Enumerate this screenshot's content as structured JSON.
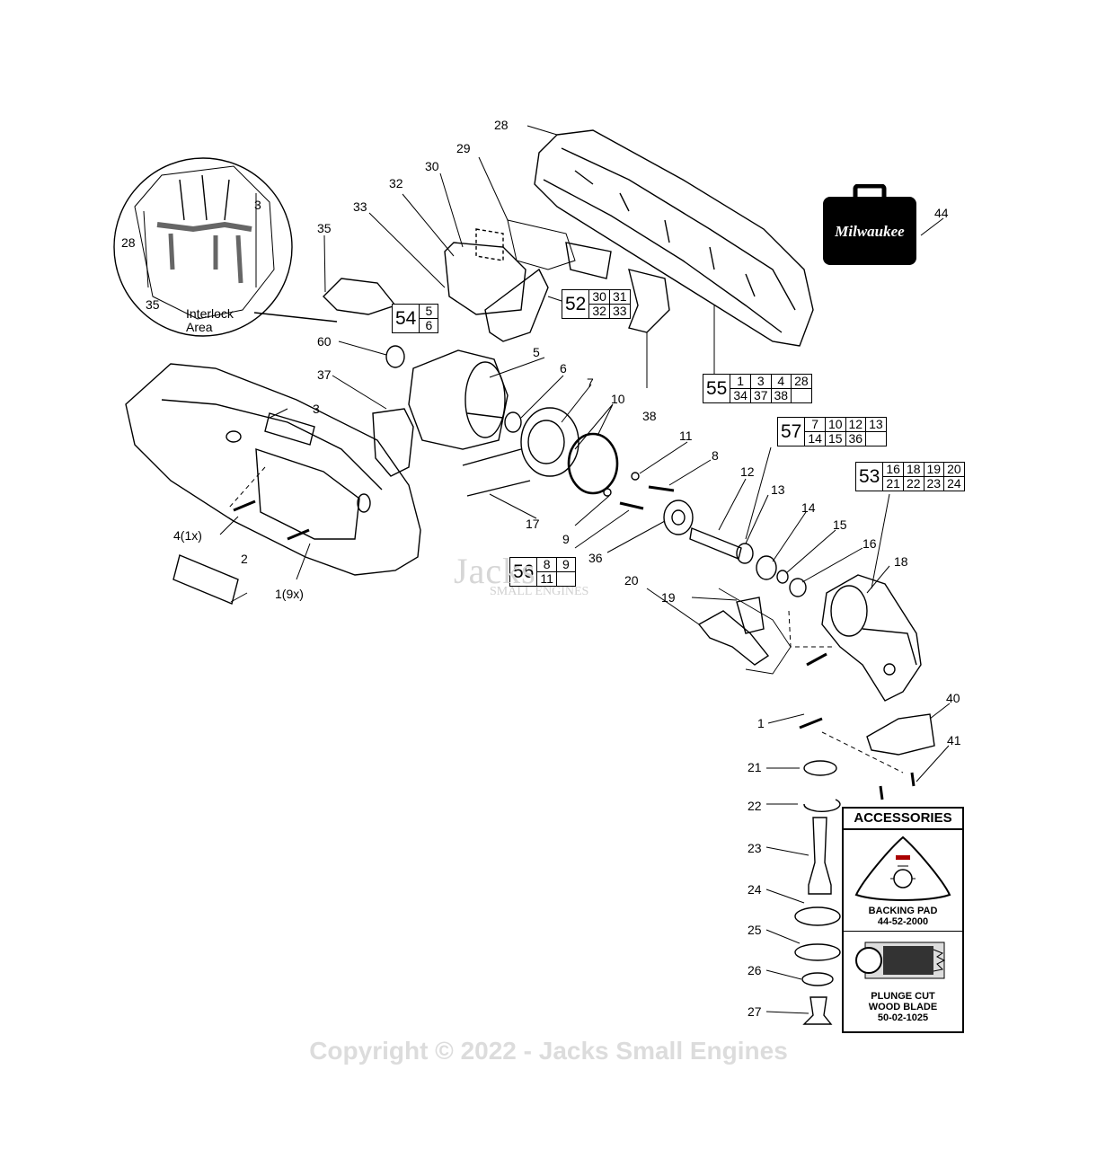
{
  "diagram": {
    "callouts": {
      "c1a": "1",
      "c1b": "1(9x)",
      "c2": "2",
      "c3a": "3",
      "c3b": "3",
      "c4": "4(1x)",
      "c5": "5",
      "c6": "6",
      "c7": "7",
      "c8": "8",
      "c9": "9",
      "c10": "10",
      "c11": "11",
      "c12": "12",
      "c13": "13",
      "c14": "14",
      "c15": "15",
      "c16": "16",
      "c17": "17",
      "c18": "18",
      "c19": "19",
      "c20": "20",
      "c21": "21",
      "c22": "22",
      "c23": "23",
      "c24": "24",
      "c25": "25",
      "c26": "26",
      "c27": "27",
      "c28a": "28",
      "c28b": "28",
      "c29": "29",
      "c30": "30",
      "c32": "32",
      "c33": "33",
      "c35a": "35",
      "c35b": "35",
      "c36": "36",
      "c37": "37",
      "c38": "38",
      "c40": "40",
      "c41": "41",
      "c44": "44",
      "c60": "60"
    },
    "interlock_label": [
      "Interlock",
      "Area"
    ],
    "kits": {
      "k54": {
        "id": "54",
        "rows": [
          [
            "5"
          ],
          [
            "6"
          ]
        ]
      },
      "k52": {
        "id": "52",
        "rows": [
          [
            "30",
            "31"
          ],
          [
            "32",
            "33"
          ]
        ]
      },
      "k55": {
        "id": "55",
        "rows": [
          [
            "1",
            "3",
            "4",
            "28"
          ],
          [
            "34",
            "37",
            "38",
            ""
          ]
        ]
      },
      "k57": {
        "id": "57",
        "rows": [
          [
            "7",
            "10",
            "12",
            "13"
          ],
          [
            "14",
            "15",
            "36",
            ""
          ]
        ]
      },
      "k53": {
        "id": "53",
        "rows": [
          [
            "16",
            "18",
            "19",
            "20"
          ],
          [
            "21",
            "22",
            "23",
            "24"
          ]
        ]
      },
      "k56": {
        "id": "56",
        "rows": [
          [
            "8",
            "9"
          ],
          [
            "11",
            ""
          ]
        ]
      }
    },
    "accessories": {
      "title": "ACCESSORIES",
      "items": [
        {
          "name": "BACKING PAD",
          "part": "44-52-2000"
        },
        {
          "name_line1": "PLUNGE CUT",
          "name_line2": "WOOD BLADE",
          "part": "50-02-1025"
        }
      ]
    },
    "brand_logo": "Milwaukee",
    "watermark": {
      "line1": "Jacks",
      "line2": "SMALL ENGINES"
    },
    "copyright": "Copyright © 2022 - Jacks Small Engines"
  }
}
